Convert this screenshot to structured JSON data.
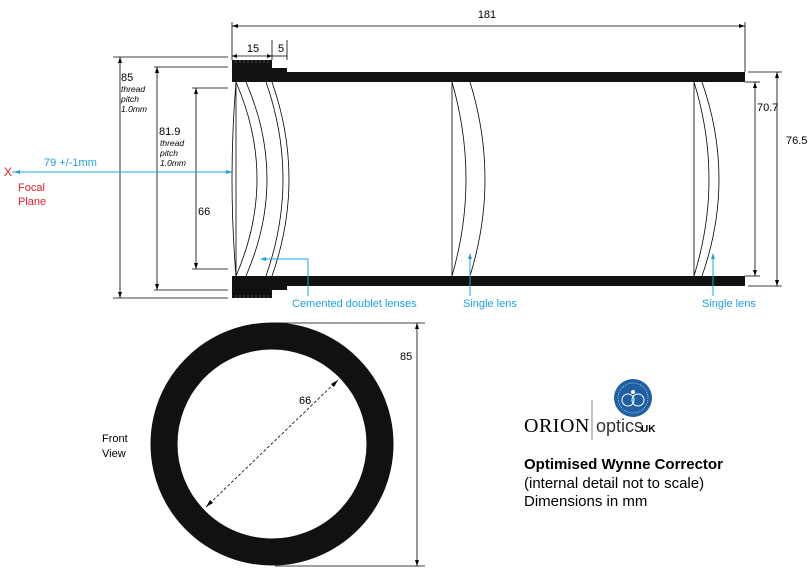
{
  "colors": {
    "accent": "#1aa3dc",
    "focal": "#e5202b",
    "body": "#111111",
    "logo_blue": "#1f5fa3"
  },
  "dimensions": {
    "overall_length": "181",
    "flange_width": "15",
    "flange_step": "5",
    "outer_diameter": "85",
    "outer_thread_label": "thread",
    "outer_pitch_label": "pitch",
    "outer_pitch_value": "1.0mm",
    "inner_thread_dia": "81.9",
    "inner_thread_label": "thread",
    "inner_pitch_label": "pitch",
    "inner_pitch_value": "1.0mm",
    "clear_aperture": "66",
    "tube_inner": "70.7",
    "tube_outer": "76.5",
    "focal_distance": "79 +/-1mm"
  },
  "focal": {
    "marker": "X",
    "label_line1": "Focal",
    "label_line2": "Plane"
  },
  "callouts": {
    "doublet": "Cemented doublet lenses",
    "single_mid": "Single lens",
    "single_right": "Single lens"
  },
  "front_view": {
    "label_line1": "Front",
    "label_line2": "View",
    "inner_diameter": "66",
    "outer_diameter": "85"
  },
  "logo": {
    "brand_main": "ORION",
    "brand_sub": "optics",
    "brand_region": "UK",
    "icon": "orion-optics-emblem-icon"
  },
  "caption": {
    "title": "Optimised Wynne Corrector",
    "line2": "(internal detail not to scale)",
    "line3": "Dimensions in mm"
  }
}
